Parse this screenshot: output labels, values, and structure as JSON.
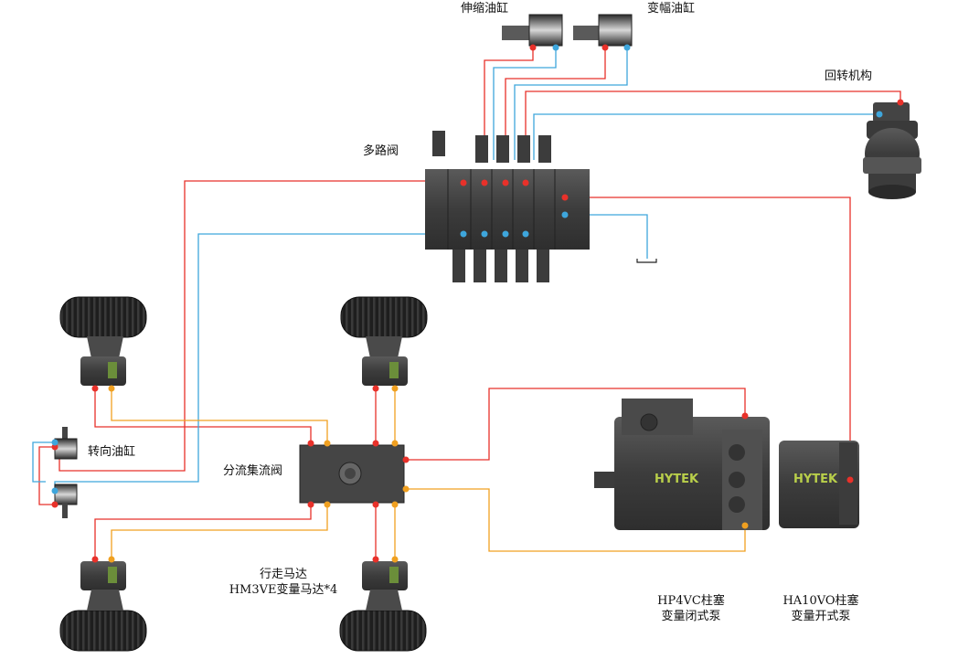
{
  "labels": {
    "telescopic_cylinder": "伸缩油缸",
    "luffing_cylinder": "变幅油缸",
    "slewing_mechanism": "回转机构",
    "multiway_valve": "多路阀",
    "steering_cylinder": "转向油缸",
    "flow_divider_valve": "分流集流阀",
    "travel_motor_line1": "行走马达",
    "travel_motor_line2": "HM3VE变量马达*4",
    "closed_pump_line1": "HP4VC柱塞",
    "closed_pump_line2": "变量闭式泵",
    "open_pump_line1": "HA10VO柱塞",
    "open_pump_line2": "变量开式泵"
  },
  "brand": "HYTEK",
  "colors": {
    "pressure_line": "#e8312a",
    "return_line": "#3ea6dc",
    "drive_line": "#f0a020",
    "component": "#4a4a4a"
  }
}
